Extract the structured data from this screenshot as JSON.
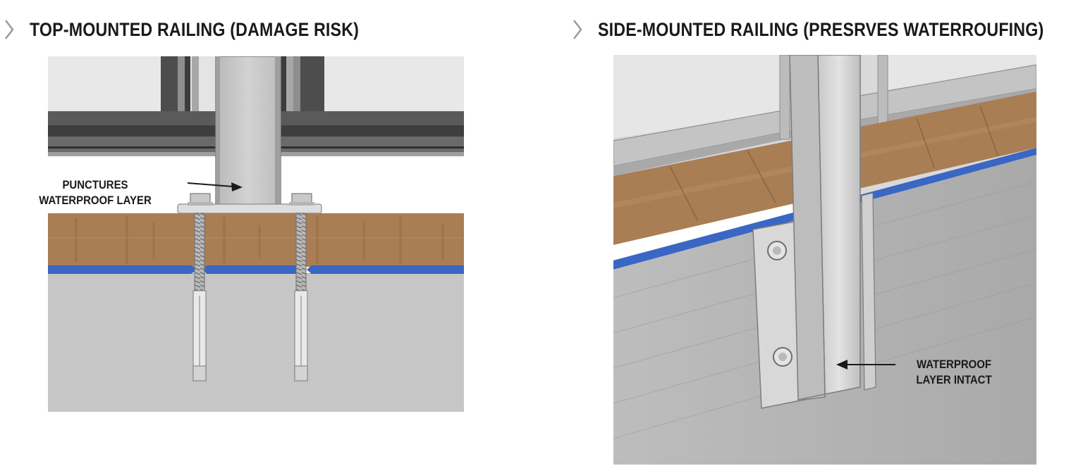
{
  "left_panel": {
    "title": "TOP-MOUNTED RAILING (DAMAGE RISK)",
    "callout_line1": "PUNCTURES",
    "callout_line2": "WATERPROOF LAYER"
  },
  "right_panel": {
    "title": "SIDE-MOUNTED RAILING (PRESRVES WATERROUFING)",
    "callout_line1": "WATERPROOF",
    "callout_line2": "LAYER INTACT"
  },
  "icons": {
    "title_marker": "chevron-right-icon"
  },
  "colors": {
    "waterproof_layer": "#3a66c4",
    "wood_deck": "#a97e55",
    "concrete": "#c6c6c6",
    "steel": "#d9d9d9",
    "frame_dark": "#4a4a4a"
  }
}
